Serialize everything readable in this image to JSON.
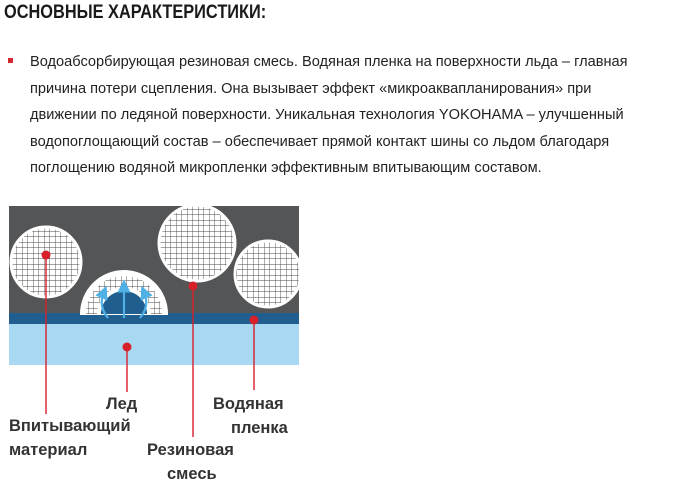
{
  "heading": "ОСНОВНЫЕ ХАРАКТЕРИСТИКИ:",
  "description_lines": [
    "Водоабсорбирующая резиновая смесь. Водяная пленка на поверхности льда – главная",
    "причина потери сцепления. Она вызывает эффект «микроаквапланирования» при",
    "движении по ледяной поверхности. Уникальная технология YOKOHAMA – улучшенный",
    "водопоглощающий состав – обеспечивает прямой контакт шины со льдом благодаря",
    "поглощению водяной микропленки эффективным впитывающим составом."
  ],
  "labels": {
    "ice": "Лед",
    "absorbent_line1": "Впитывающий",
    "absorbent_line2": "материал",
    "rubber_line1": "Резиновая",
    "rubber_line2": "смесь",
    "water_line1": "Водяная",
    "water_line2": "пленка"
  },
  "colors": {
    "bullet": "#d4282f",
    "rubber": "#535557",
    "water_film": "#1f5e8f",
    "ice": "#a9d9f2",
    "marker": "#d8202a",
    "arrow": "#4fb0e6"
  },
  "icons": {
    "bullet": "red-square-bullet",
    "water_arrows": "upward-arrows-icon"
  }
}
